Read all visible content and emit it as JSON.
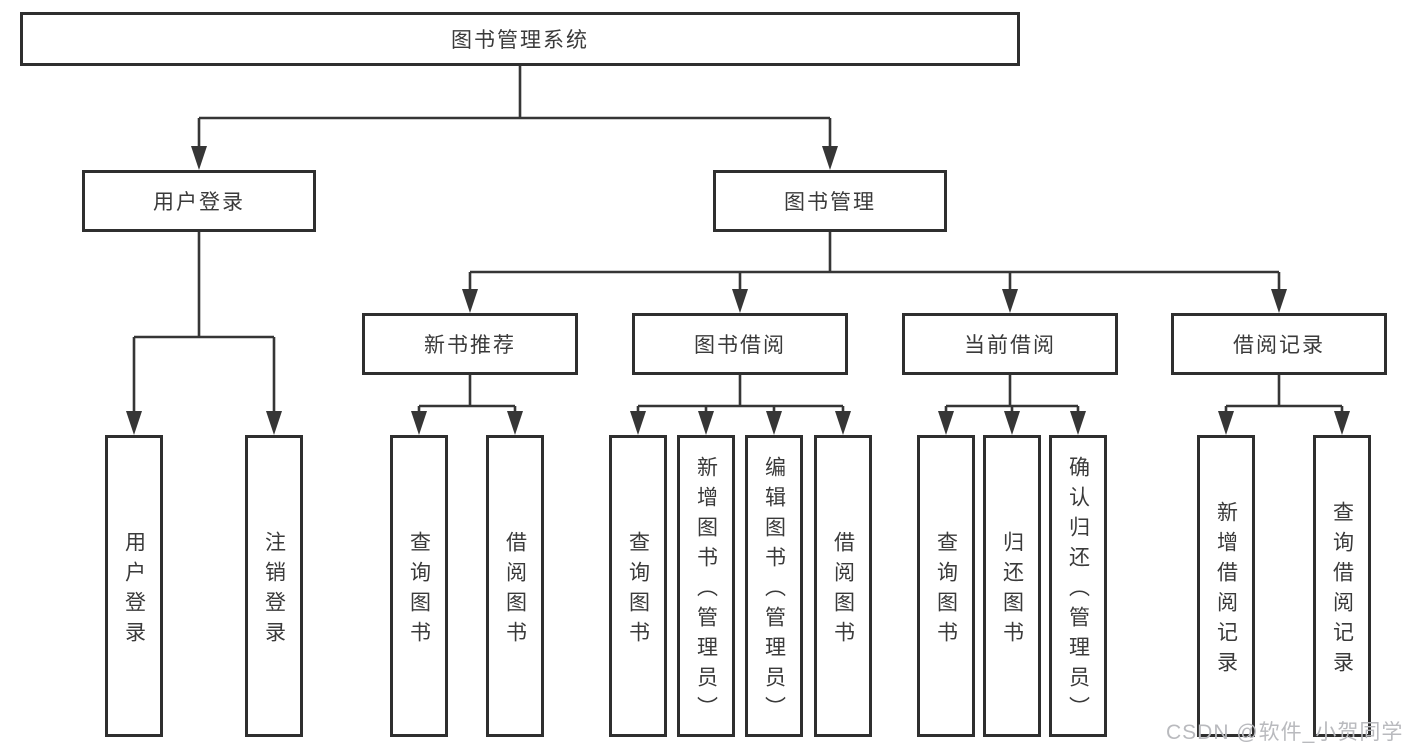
{
  "diagram": {
    "root": {
      "label": "图书管理系统"
    },
    "user_login": {
      "label": "用户登录",
      "children": [
        {
          "label": "用户登录"
        },
        {
          "label": "注销登录"
        }
      ]
    },
    "book_mgmt": {
      "label": "图书管理",
      "sections": [
        {
          "label": "新书推荐",
          "children": [
            {
              "label": "查询图书"
            },
            {
              "label": "借阅图书"
            }
          ]
        },
        {
          "label": "图书借阅",
          "children": [
            {
              "label": "查询图书"
            },
            {
              "label": "新增图书（管理员）"
            },
            {
              "label": "编辑图书（管理员）"
            },
            {
              "label": "借阅图书"
            }
          ]
        },
        {
          "label": "当前借阅",
          "children": [
            {
              "label": "查询图书"
            },
            {
              "label": "归还图书"
            },
            {
              "label": "确认归还（管理员）"
            }
          ]
        },
        {
          "label": "借阅记录",
          "children": [
            {
              "label": "新增借阅记录"
            },
            {
              "label": "查询借阅记录"
            }
          ]
        }
      ]
    }
  },
  "watermark": {
    "text": "CSDN @软件_小贺同学"
  },
  "colors": {
    "line": "#363636",
    "border": "#2f2f2f",
    "text": "#3a3a3a",
    "watermark_text": "#b9babe",
    "background": "#ffffff"
  }
}
